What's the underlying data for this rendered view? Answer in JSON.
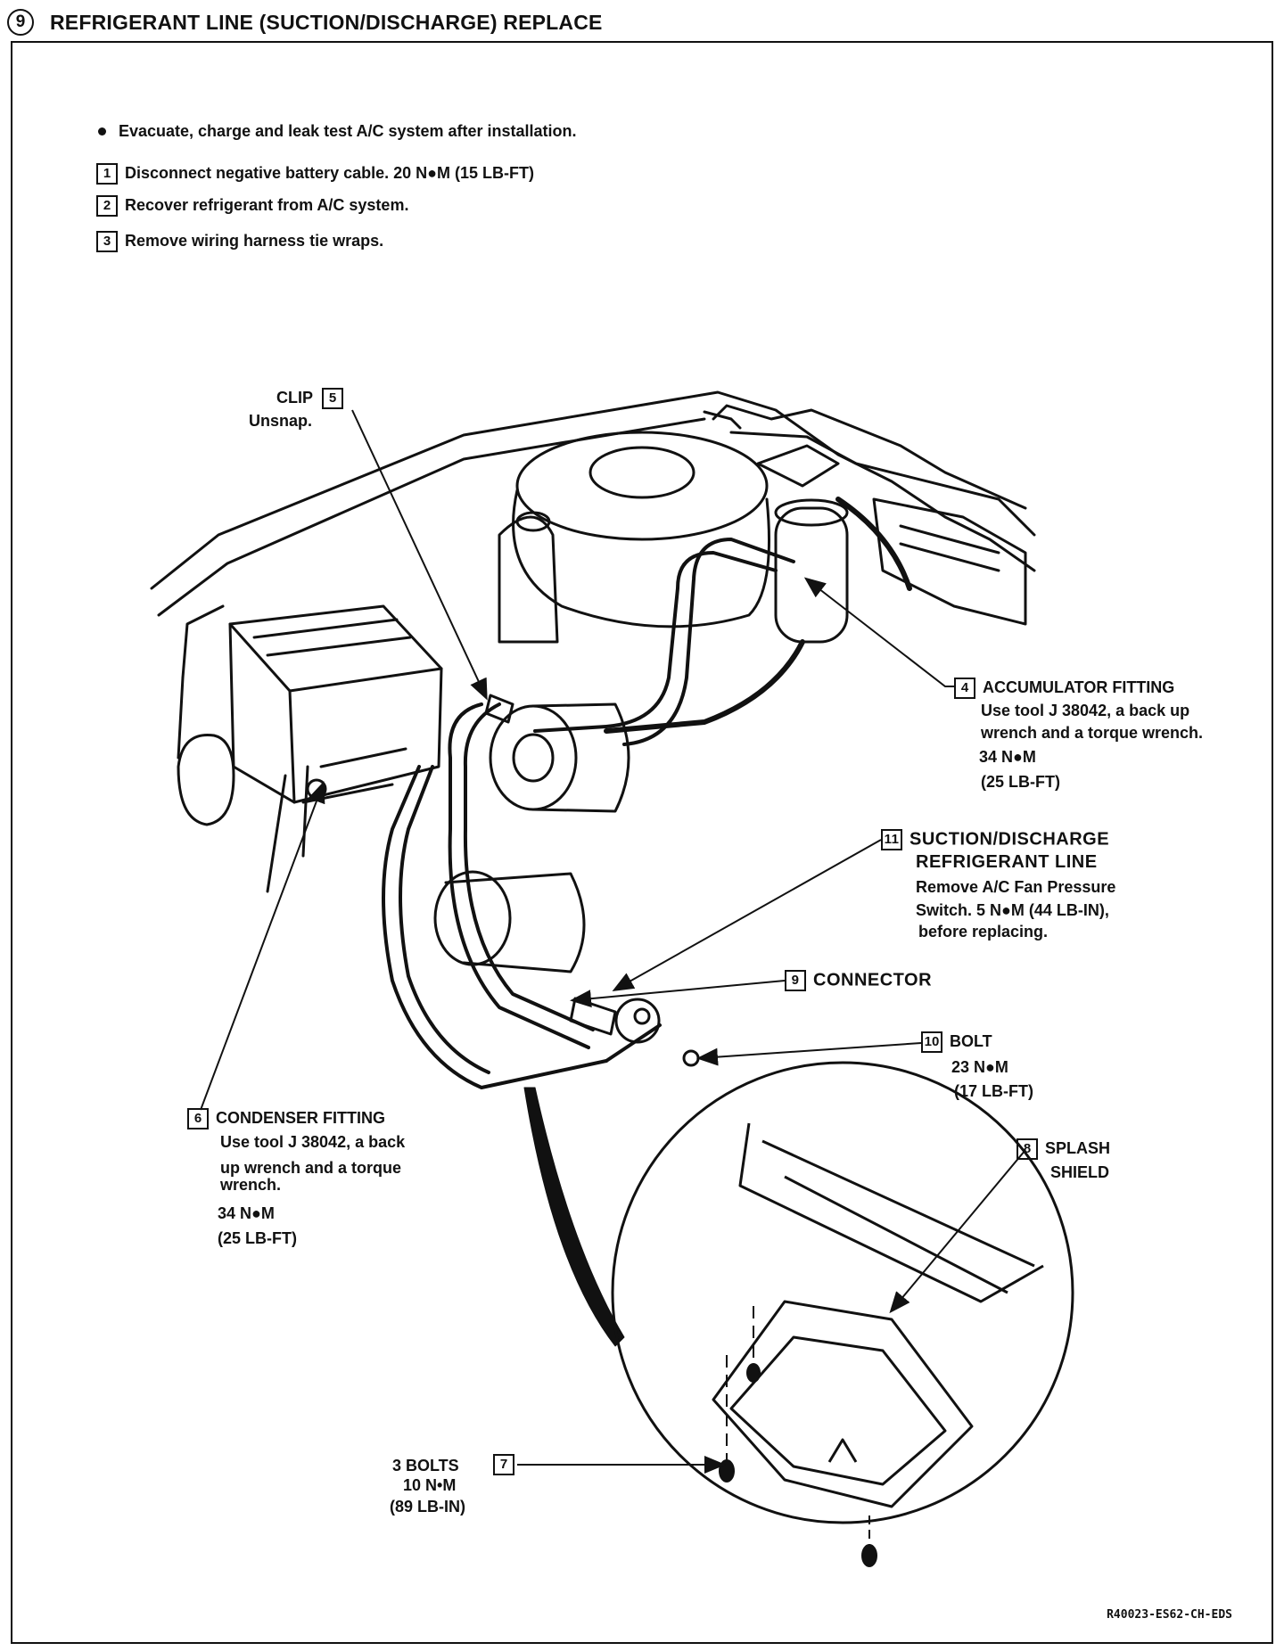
{
  "header": {
    "step_number": "9",
    "title": "REFRIGERANT LINE (SUCTION/DISCHARGE) REPLACE"
  },
  "notes": {
    "bullet": "Evacuate, charge and leak test A/C system after installation.",
    "steps": [
      {
        "num": "1",
        "text": "Disconnect negative battery cable.  20 N●M  (15 LB-FT)"
      },
      {
        "num": "2",
        "text": "Recover refrigerant from A/C system."
      },
      {
        "num": "3",
        "text": "Remove wiring harness tie wraps."
      }
    ]
  },
  "callouts": {
    "clip": {
      "num": "5",
      "title": "CLIP",
      "text": "Unsnap."
    },
    "accumulator": {
      "num": "4",
      "title": "ACCUMULATOR  FITTING",
      "lines": [
        "Use tool J 38042, a back up",
        "wrench  and a torque wrench.",
        "34  N●M",
        "(25 LB-FT)"
      ]
    },
    "suction": {
      "num": "11",
      "title_lines": [
        "SUCTION/DISCHARGE",
        "REFRIGERANT LINE"
      ],
      "lines": [
        "Remove A/C Fan Pressure",
        "Switch.  5 N●M (44 LB-IN),",
        "before replacing."
      ]
    },
    "connector": {
      "num": "9",
      "title": "CONNECTOR"
    },
    "bolt": {
      "num": "10",
      "title": "BOLT",
      "lines": [
        "23  N●M",
        "(17 LB-FT)"
      ]
    },
    "condenser": {
      "num": "6",
      "title": "CONDENSER FITTING",
      "lines": [
        "Use tool J 38042, a back",
        "up wrench and a torque",
        "wrench.",
        "34  N●M",
        "(25 LB-FT)"
      ]
    },
    "splash": {
      "num": "8",
      "title_lines": [
        "SPLASH",
        "SHIELD"
      ]
    },
    "bolts3": {
      "num": "7",
      "lines": [
        "3 BOLTS",
        "10 N•M",
        "(89 LB-IN)"
      ]
    }
  },
  "reference_code": "R40023-ES62-CH-EDS"
}
